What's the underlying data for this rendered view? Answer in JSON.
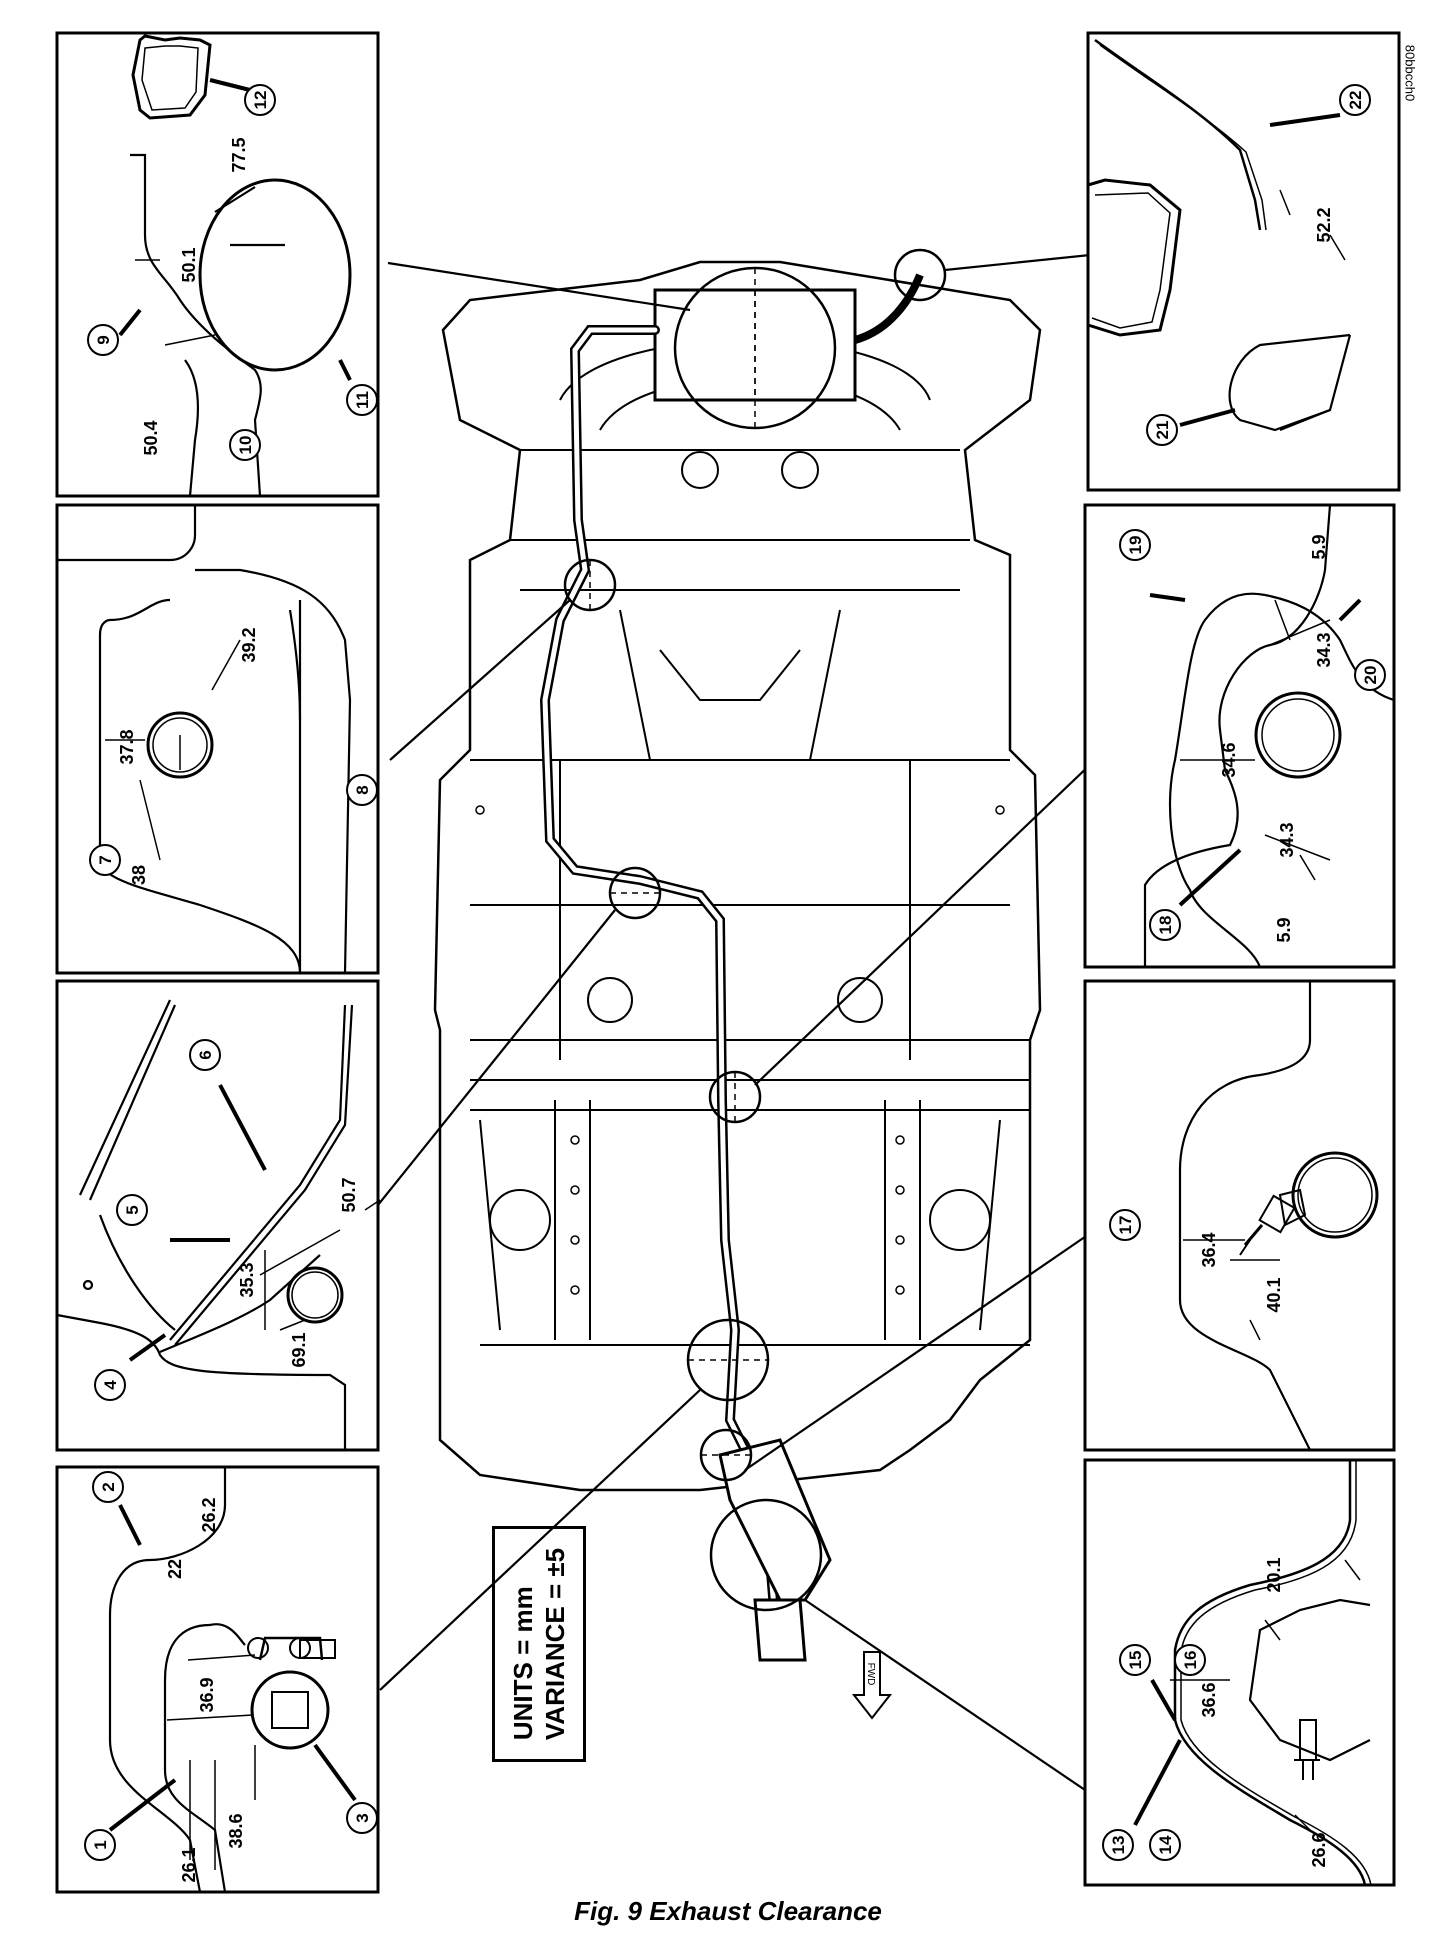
{
  "caption": "Fig. 9 Exhaust Clearance",
  "units_line": "UNITS = mm",
  "variance_line": "VARIANCE = ±5",
  "fwd_label": "FWD",
  "image_code": "80bbcch0",
  "callouts": {
    "c1": "1",
    "c2": "2",
    "c3": "3",
    "c4": "4",
    "c5": "5",
    "c6": "6",
    "c7": "7",
    "c8": "8",
    "c9": "9",
    "c10": "10",
    "c11": "11",
    "c12": "12",
    "c13": "13",
    "c14": "14",
    "c15": "15",
    "c16": "16",
    "c17": "17",
    "c18": "18",
    "c19": "19",
    "c20": "20",
    "c21": "21",
    "c22": "22"
  },
  "measurements": {
    "p1_a": "26.2",
    "p1_b": "22",
    "p1_c": "36.9",
    "p1_d": "38.6",
    "p1_e": "26.1",
    "p2_a": "35.3",
    "p2_b": "50.7",
    "p2_c": "69.1",
    "p3_a": "37.8",
    "p3_b": "38",
    "p3_c": "39.2",
    "p4_a": "50.1",
    "p4_b": "50.4",
    "p4_c": "77.5",
    "p5_a": "52.2",
    "p6_a": "5.9",
    "p6_b": "34.3",
    "p6_c": "34.6",
    "p6_d": "34.3",
    "p6_e": "5.9",
    "p7_a": "36.4",
    "p7_b": "40.1",
    "p8_a": "20.1",
    "p8_b": "36.6",
    "p8_c": "26.6"
  }
}
